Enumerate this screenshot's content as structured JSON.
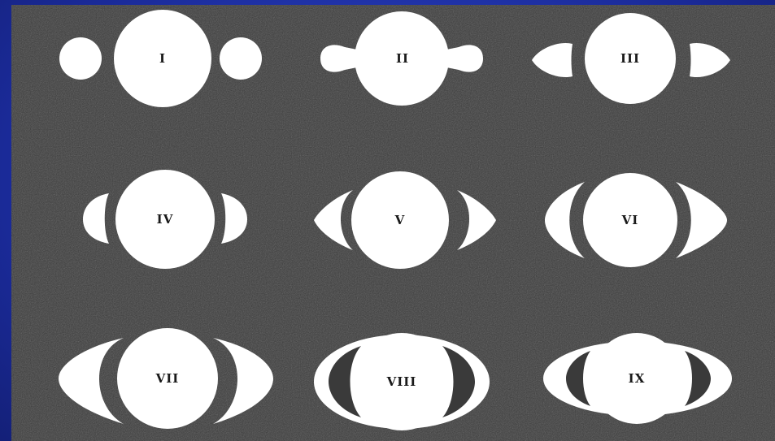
{
  "figures": [
    {
      "numeral": "I"
    },
    {
      "numeral": "II"
    },
    {
      "numeral": "III"
    },
    {
      "numeral": "IV"
    },
    {
      "numeral": "V"
    },
    {
      "numeral": "VI"
    },
    {
      "numeral": "VII"
    },
    {
      "numeral": "VIII"
    },
    {
      "numeral": "IX"
    }
  ],
  "colors": {
    "frame": "#1c2ea8",
    "plate": "#3a3a3a",
    "figure": "#ffffff",
    "label": "#1a1a1a"
  }
}
